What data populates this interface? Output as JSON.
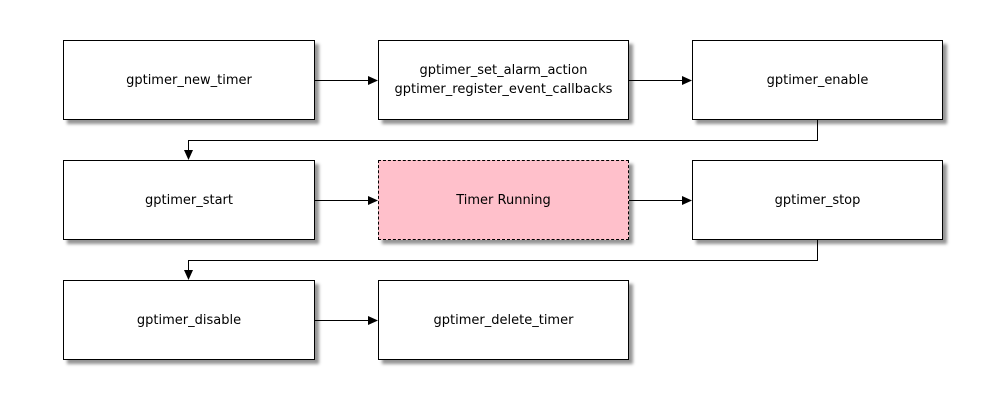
{
  "diagram": {
    "type": "flowchart",
    "background": "#ffffff",
    "nodes": {
      "new_timer": {
        "label": "gptimer_new_timer"
      },
      "set_alarm": {
        "line1": "gptimer_set_alarm_action",
        "line2": "gptimer_register_event_callbacks"
      },
      "enable": {
        "label": "gptimer_enable"
      },
      "start": {
        "label": "gptimer_start"
      },
      "timer_running": {
        "label": "Timer Running",
        "fill": "#ffc0cb",
        "border_style": "dashed"
      },
      "stop": {
        "label": "gptimer_stop"
      },
      "disable": {
        "label": "gptimer_disable"
      },
      "delete_timer": {
        "label": "gptimer_delete_timer"
      }
    },
    "edges": [
      {
        "from": "gptimer_new_timer",
        "to": "gptimer_set_alarm_action / gptimer_register_event_callbacks"
      },
      {
        "from": "gptimer_set_alarm_action / gptimer_register_event_callbacks",
        "to": "gptimer_enable"
      },
      {
        "from": "gptimer_enable",
        "to": "gptimer_start"
      },
      {
        "from": "gptimer_start",
        "to": "Timer Running"
      },
      {
        "from": "Timer Running",
        "to": "gptimer_stop"
      },
      {
        "from": "gptimer_stop",
        "to": "gptimer_disable"
      },
      {
        "from": "gptimer_disable",
        "to": "gptimer_delete_timer"
      }
    ],
    "colors": {
      "node_fill": "#ffffff",
      "node_border": "#000000",
      "highlight_fill": "#ffc0cb",
      "text": "#000000",
      "shadow": "rgba(0,0,0,0.42)"
    }
  }
}
